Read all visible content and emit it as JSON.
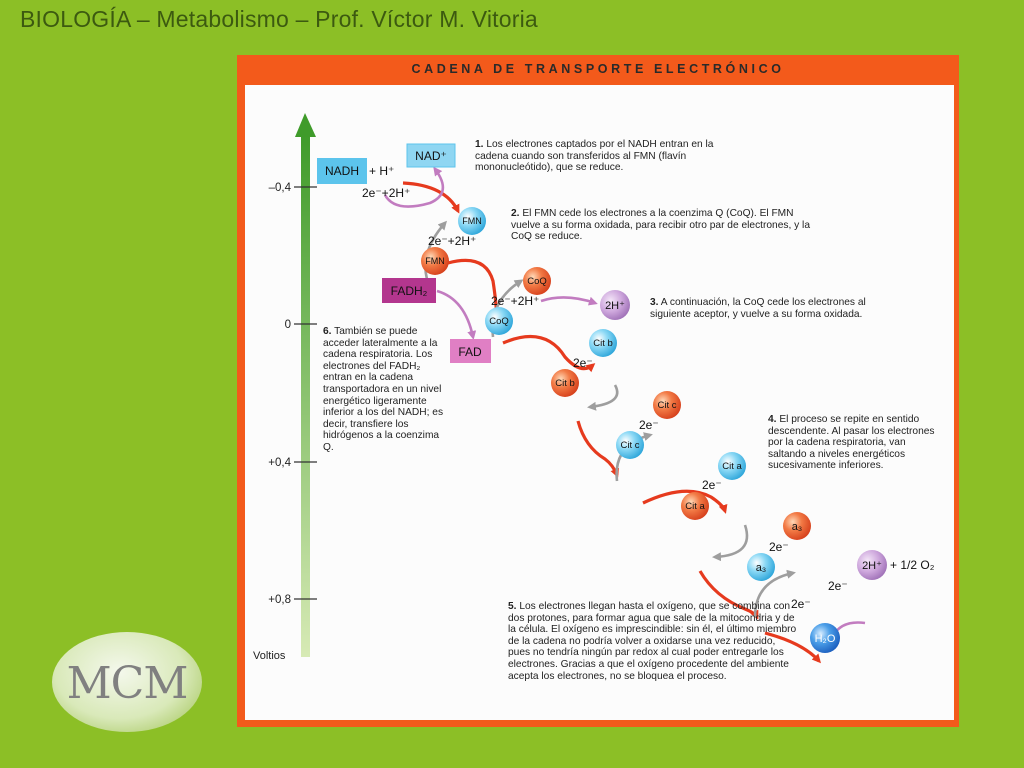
{
  "header": {
    "title": "BIOLOGÍA – Metabolismo – Prof. Víctor M. Vitoria"
  },
  "logo": {
    "text": "MCM"
  },
  "diagram": {
    "title": "CADENA DE TRANSPORTE ELECTRÓNICO",
    "axis": {
      "unit": "Voltios",
      "ticks": [
        "–0,4",
        "0",
        "+0,4",
        "+0,8"
      ]
    },
    "molecules": {
      "nadh": "NADH",
      "h_plus": "+ H⁺",
      "nad_plus": "NAD⁺",
      "fmn": "FMN",
      "fadh2": "FADH₂",
      "fad": "FAD",
      "coq": "CoQ",
      "two_h_plus": "2H⁺",
      "cit_b": "Cit b",
      "cit_c": "Cit c",
      "cit_a": "Cit a",
      "a3": "a₃",
      "h2o": "H₂O",
      "half_o2": "+ 1/2 O₂"
    },
    "electrons": {
      "pair_h": "2e⁻+2H⁺",
      "pair": "2e⁻"
    },
    "steps": [
      {
        "num": "1.",
        "text": "Los electrones captados por el NADH entran en la cadena cuando son transferidos al FMN (flavín mononucleótido), que se reduce."
      },
      {
        "num": "2.",
        "text": "El FMN cede los electrones a la coenzima Q (CoQ). El FMN vuelve a su forma oxidada, para recibir otro par de electrones, y la CoQ se reduce."
      },
      {
        "num": "3.",
        "text": "A continuación, la CoQ cede los electrones al siguiente aceptor, y vuelve a su forma oxidada."
      },
      {
        "num": "4.",
        "text": "El proceso se repite en sentido descendente. Al pasar los electrones por la cadena respiratoria, van saltando a niveles energéticos sucesivamente inferiores."
      },
      {
        "num": "5.",
        "text": "Los electrones llegan hasta el oxígeno, que se combina con dos protones, para formar agua que sale de la mitocondria y de la célula. El oxígeno es imprescindible: sin él, el último miembro de la cadena no podría volver a oxidarse una vez reducido, pues no tendría ningún par redox al cual poder entregarle los electrones. Gracias a que el oxígeno procedente del ambiente acepta los electrones, no se bloquea el proceso."
      },
      {
        "num": "6.",
        "text": "También se puede acceder lateralmente a la cadena respiratoria. Los electrones del FADH₂ entran en la cadena transportadora en un nivel energético ligeramente inferior a los del NADH; es decir, transfiere los hidrógenos a la coenzima Q."
      }
    ]
  },
  "colors": {
    "background": "#8cbf26",
    "frame": "#f35a1b",
    "reduced": "#e8542b",
    "oxidized": "#5cc4ec",
    "fadh2": "#b3368e",
    "axis": "#7cc23e",
    "arrow_red": "#e63a1e",
    "arrow_gray": "#9e9e9e",
    "arrow_pink": "#c27cc0",
    "h2o": "#3a8fe0",
    "proton": "#c79bd6"
  }
}
